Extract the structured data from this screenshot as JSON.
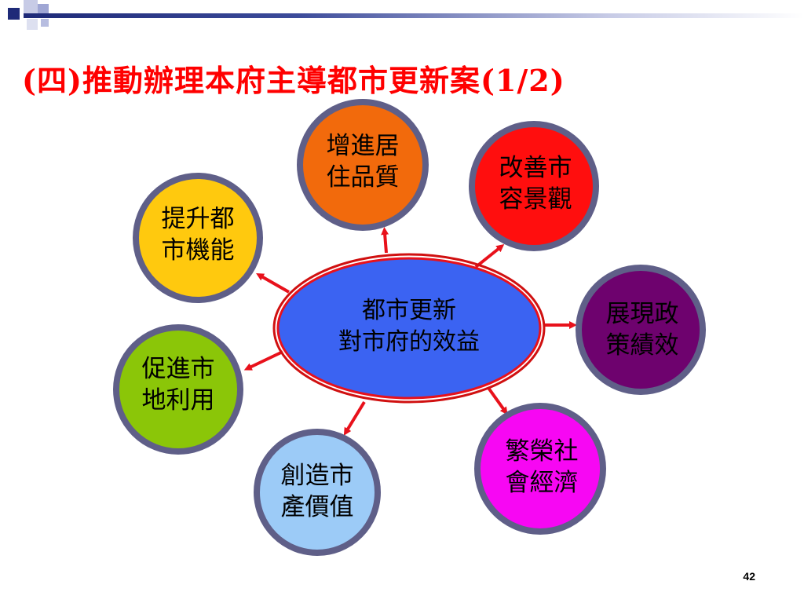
{
  "slide": {
    "title": "(四)推動辦理本府主導都市更新案(1/2)",
    "page_number": "42"
  },
  "colors": {
    "title": "#ff0000",
    "arrow": "#e8111b",
    "node_border": "#5f5f88",
    "center_fill": "#3b63f2",
    "center_border": "#d01010"
  },
  "center": {
    "line1": "都市更新",
    "line2": "對市府的效益"
  },
  "benefits": [
    {
      "key": "living-quality",
      "line1": "增進居",
      "line2": "住品質",
      "color": "#f26a0c",
      "icon": "circle"
    },
    {
      "key": "city-landscape",
      "line1": "改善市",
      "line2": "容景觀",
      "color": "#ff0e0e",
      "icon": "circle"
    },
    {
      "key": "policy-results",
      "line1": "展現政",
      "line2": "策績效",
      "color": "#6e026e",
      "icon": "circle"
    },
    {
      "key": "socioeconomic",
      "line1": "繁榮社",
      "line2": "會經濟",
      "color": "#f707f3",
      "icon": "circle"
    },
    {
      "key": "asset-value",
      "line1": "創造市",
      "line2": "產價值",
      "color": "#9ccbf7",
      "icon": "circle"
    },
    {
      "key": "land-use",
      "line1": "促進市",
      "line2": "地利用",
      "color": "#8bc608",
      "icon": "circle"
    },
    {
      "key": "urban-function",
      "line1": "提升都",
      "line2": "市機能",
      "color": "#ffc90e",
      "icon": "circle"
    }
  ]
}
